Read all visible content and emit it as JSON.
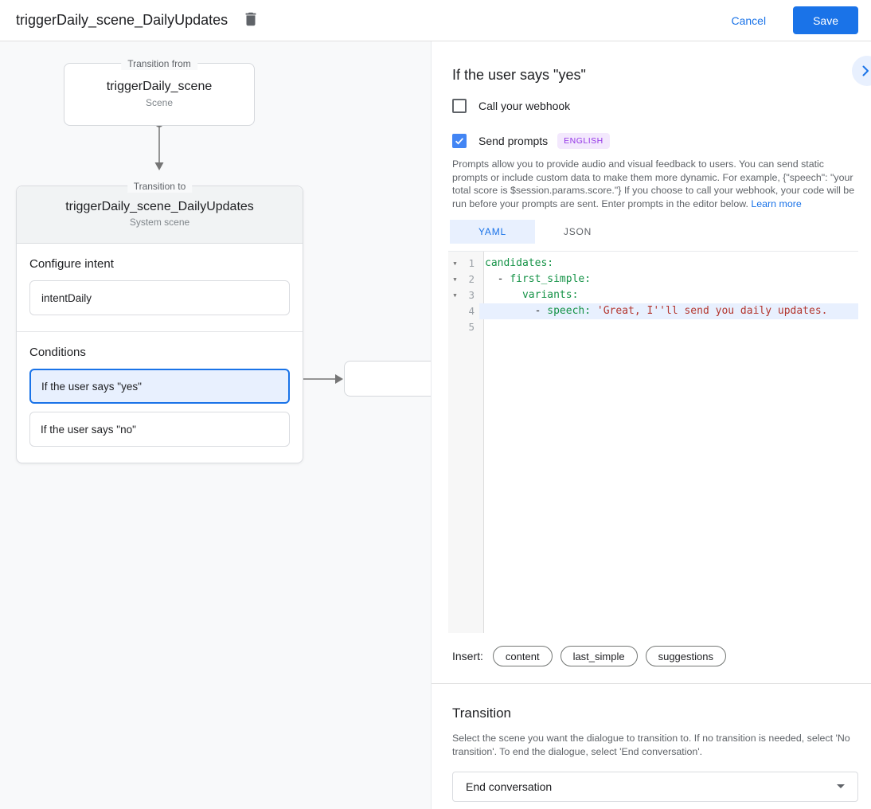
{
  "colors": {
    "accent": "#1a73e8",
    "selected_condition_bg": "#e8f0fe",
    "checkbox_checked": "#4285f4",
    "code_key": "#149246",
    "code_string": "#b3362e",
    "badge_bg": "#f3e8fd",
    "badge_text": "#9334e6"
  },
  "header": {
    "title": "triggerDaily_scene_DailyUpdates",
    "delete_icon": "trash-icon",
    "cancel_label": "Cancel",
    "save_label": "Save"
  },
  "diagram": {
    "from_box": {
      "legend": "Transition from",
      "name": "triggerDaily_scene",
      "type": "Scene"
    },
    "to_box": {
      "legend": "Transition to",
      "name": "triggerDaily_scene_DailyUpdates",
      "type": "System scene",
      "configure_intent_label": "Configure intent",
      "intent_value": "intentDaily",
      "conditions_label": "Conditions",
      "conditions": [
        {
          "label": "If the user says \"yes\"",
          "selected": true
        },
        {
          "label": "If the user says \"no\"",
          "selected": false
        }
      ]
    }
  },
  "panel": {
    "title": "If the user says \"yes\"",
    "collapse_icon": "chevron-right-icon",
    "webhook_checkbox": {
      "label": "Call your webhook",
      "checked": false
    },
    "prompts_checkbox": {
      "label": "Send prompts",
      "checked": true,
      "language_badge": "ENGLISH"
    },
    "description": "Prompts allow you to provide audio and visual feedback to users. You can send static prompts or include custom data to make them more dynamic. For example, {\"speech\": \"your total score is $session.params.score.\"} If you choose to call your webhook, your code will be run before your prompts are sent. Enter prompts in the editor below.",
    "learn_more_label": "Learn more",
    "tabs": [
      {
        "label": "YAML",
        "active": true
      },
      {
        "label": "JSON",
        "active": false
      }
    ],
    "editor": {
      "lines": [
        {
          "number": "1",
          "fold": true,
          "highlight": false,
          "tokens": [
            {
              "text": "candidates:",
              "type": "key"
            }
          ]
        },
        {
          "number": "2",
          "fold": true,
          "highlight": false,
          "tokens": [
            {
              "text": "  - ",
              "type": "plain"
            },
            {
              "text": "first_simple:",
              "type": "key"
            }
          ]
        },
        {
          "number": "3",
          "fold": true,
          "highlight": false,
          "tokens": [
            {
              "text": "      ",
              "type": "plain"
            },
            {
              "text": "variants:",
              "type": "key"
            }
          ]
        },
        {
          "number": "4",
          "fold": false,
          "highlight": true,
          "tokens": [
            {
              "text": "        - ",
              "type": "plain"
            },
            {
              "text": "speech:",
              "type": "key"
            },
            {
              "text": " ",
              "type": "plain"
            },
            {
              "text": "'Great, I''ll send you daily updates.",
              "type": "string"
            }
          ]
        },
        {
          "number": "5",
          "fold": false,
          "highlight": false,
          "tokens": []
        }
      ]
    },
    "insert": {
      "label": "Insert:",
      "chips": [
        "content",
        "last_simple",
        "suggestions"
      ]
    },
    "transition": {
      "title": "Transition",
      "description": "Select the scene you want the dialogue to transition to. If no transition is needed, select 'No transition'. To end the dialogue, select 'End conversation'.",
      "selected_value": "End conversation"
    }
  }
}
